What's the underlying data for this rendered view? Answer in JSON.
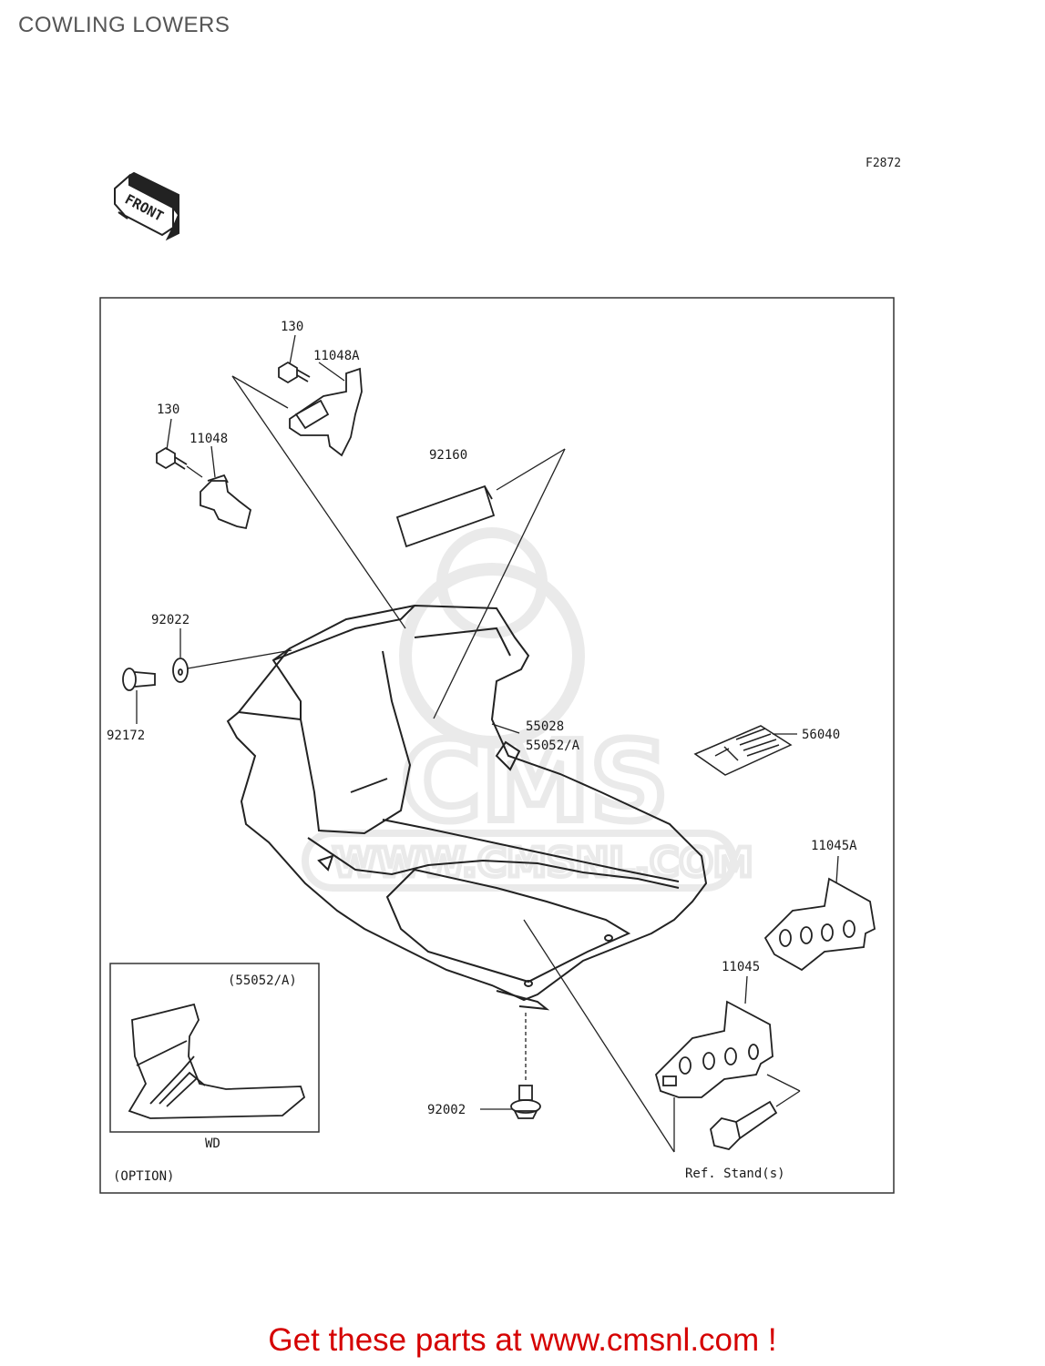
{
  "page": {
    "title": "COWLING LOWERS",
    "figure_code": "F2872",
    "front_label": "FRONT",
    "cta": "Get these parts at www.cmsnl.com !"
  },
  "watermark": {
    "brand": "CMS",
    "url": "WWW.CMSNL.COM"
  },
  "inset": {
    "title": "(55052/A)",
    "caption": "WD",
    "option_label": "(OPTION)"
  },
  "parts": {
    "p130a": "130",
    "p11048a": "11048A",
    "p130b": "130",
    "p11048": "11048",
    "p92160": "92160",
    "p92022": "92022",
    "p92172": "92172",
    "p55028": "55028",
    "p55052a": "55052/A",
    "p56040": "56040",
    "p11045a": "11045A",
    "p11045": "11045",
    "p92002": "92002",
    "ref_stand": "Ref. Stand(s)"
  },
  "colors": {
    "line": "#222222",
    "cta": "#d50000",
    "title": "#555555",
    "watermark": "#d9d9d9"
  }
}
